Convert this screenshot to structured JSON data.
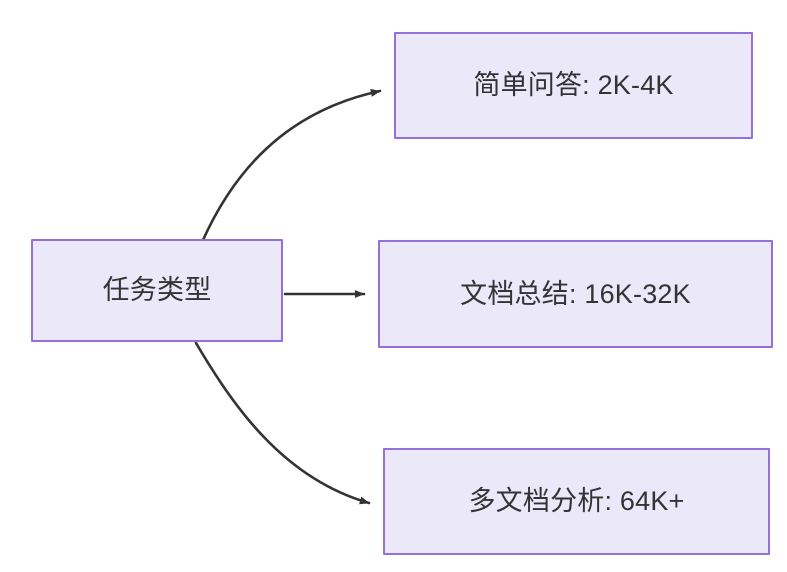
{
  "diagram": {
    "type": "flowchart",
    "direction": "left-to-right",
    "background_color": "#ffffff",
    "node_fill_color": "#ebe8fa",
    "node_border_color": "#9370db",
    "node_text_color": "#333333",
    "edge_color": "#333333",
    "nodes": [
      {
        "id": "root",
        "label": "任务类型"
      },
      {
        "id": "simple_qa",
        "label": "简单问答: 2K-4K"
      },
      {
        "id": "doc_summary",
        "label": "文档总结: 16K-32K"
      },
      {
        "id": "multi_doc",
        "label": "多文档分析: 64K+"
      }
    ],
    "edges": [
      {
        "from": "root",
        "to": "simple_qa",
        "style": "curved",
        "arrowhead": "solid-triangle",
        "label": ""
      },
      {
        "from": "root",
        "to": "doc_summary",
        "style": "straight",
        "arrowhead": "solid-triangle",
        "label": ""
      },
      {
        "from": "root",
        "to": "multi_doc",
        "style": "curved",
        "arrowhead": "solid-triangle",
        "label": ""
      }
    ]
  }
}
